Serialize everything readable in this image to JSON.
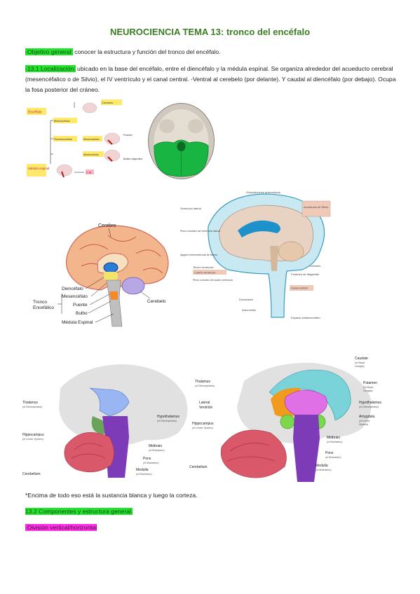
{
  "title": "NEUROCIENCIA TEMA 13: tronco del encéfalo",
  "objetivo": {
    "label": "-Objetivo general:",
    "text": " conocer la estructura y función del tronco del encéfalo."
  },
  "localizacion": {
    "label": "-13.1 Localización:",
    "text": " ubicado en la base del encéfalo, entre el diencéfalo y la médula espinal. Se organiza alrededor del acueducto cerebral (mesencéfalico o de Silvio), el IV ventrículo y el canal central. -Ventral al cerebelo (por delante). Y caudal al diencéfalo (por debajo). Ocupa la fosa posterior del cráneo."
  },
  "fig_scheme": {
    "encefalo": "Encéfalo",
    "medula": "Médula espinal",
    "mesencefalo": "Mesencéfalo",
    "romb": "Rombencéfalo",
    "mesencef": "Mesencéfalo",
    "metencef": "Metencéfalo",
    "cerebelo": "Cerebelo",
    "puente": "Puente",
    "bulbo": "Bulbo raquídeo",
    "cm": "C.M."
  },
  "fig_brain_left": {
    "cerebro": "Cerebro",
    "diencefalo": "Diencéfalo",
    "mesencefalo": "Mesencéfalo",
    "tronco1": "Tronco",
    "tronco2": "Encefálico",
    "puente": "Puente",
    "bulbo": "Bulbo",
    "medula": "Médula Espinal",
    "cerebelo": "Cerebelo"
  },
  "fig_ventricles": {
    "granulaciones": "Granulaciones aracnoideas",
    "ventriculo_lateral": "Ventrículo lateral",
    "plexo_coroideo": "Plexo coroideo del ventrículo lateral",
    "agujero_monro": "Agujero interventricular de Monro",
    "tercer_ventriculo": "Tercer ventrículo",
    "cuarto_ventriculo": "Cuarto ventrículo",
    "plexo_cuarto": "Plexo coroideo del cuarto ventrículo",
    "acueducto": "Acueducto de Silvio",
    "cerebelo": "Cerebelo",
    "foramen": "Foramen de Magendie",
    "canal_central": "Canal central",
    "duramadre": "Duramadre",
    "aracnoides": "Aracnoides",
    "espacio": "Espacio subaracnoideo"
  },
  "fig_limbic_left": {
    "thalamus": "Thalamus",
    "thalamus_sub": "(of Diencephalon)",
    "hypothalamus": "Hypothalamus",
    "hypothalamus_sub": "(of Diencephalon)",
    "hippocampus": "Hippocampus",
    "hippocampus_sub": "(of Limbic System)",
    "midbrain": "Midbrain",
    "midbrain_sub": "(of Brainstem)",
    "pons": "Pons",
    "pons_sub": "(of Brainstem)",
    "medulla": "Medulla",
    "medulla_sub": "(of Brainstem)",
    "cerebellum": "Cerebellum"
  },
  "fig_limbic_right": {
    "caudate": "Caudate",
    "caudate_sub1": "(of Basal",
    "caudate_sub2": "Ganglia)",
    "thalamus": "Thalamus",
    "thalamus_sub": "(of Diencephalon)",
    "putamen": "Putamen",
    "putamen_sub1": "(of Basal",
    "putamen_sub2": "Ganglia)",
    "lateral1": "Lateral",
    "lateral2": "Ventricle",
    "hypothalamus": "Hypothalamus",
    "hypothalamus_sub": "(of Diencephalon)",
    "hippocampus": "Hippocampus",
    "hippocampus_sub": "(of Limbic System)",
    "amygdala": "Amygdala",
    "amygdala_sub1": "(of Limbic",
    "amygdala_sub2": "System)",
    "midbrain": "Midbrain",
    "midbrain_sub": "(of Brainstem)",
    "pons": "Pons",
    "pons_sub": "(of Brainstem)",
    "medulla": "Medulla",
    "medulla_sub": "(of Brainstem)",
    "cerebellum": "Cerebellum"
  },
  "note": "*Encima de todo eso está la sustancia blanca y luego la corteza.",
  "section_13_2": "13.2 Componentes y estructura general.",
  "division": "-División vertical/horizontal"
}
